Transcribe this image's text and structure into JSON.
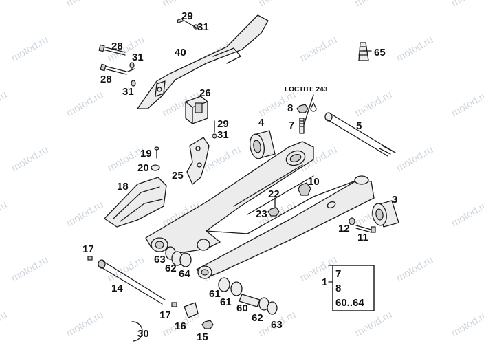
{
  "watermark": "motod.ru",
  "note": "LOCTITE 243",
  "callouts": {
    "p29a": "29",
    "p31a": "31",
    "p40": "40",
    "p28a": "28",
    "p31b": "31",
    "p28b": "28",
    "p31c": "31",
    "p65": "65",
    "p26": "26",
    "p8": "8",
    "p7": "7",
    "p4": "4",
    "p5": "5",
    "p29b": "29",
    "p31d": "31",
    "p19": "19",
    "p20": "20",
    "p25": "25",
    "p18": "18",
    "p10": "10",
    "p22": "22",
    "p23": "23",
    "p3": "3",
    "p12": "12",
    "p11": "11",
    "p17a": "17",
    "p63a": "63",
    "p62a": "62",
    "p64": "64",
    "p14": "14",
    "p61a": "61",
    "p61b": "61",
    "p60": "60",
    "p62b": "62",
    "p63b": "63",
    "p17b": "17",
    "p16": "16",
    "p15": "15",
    "p30": "30"
  },
  "assembly": {
    "prefix": "1",
    "items": [
      "7",
      "8",
      "60..64"
    ]
  }
}
